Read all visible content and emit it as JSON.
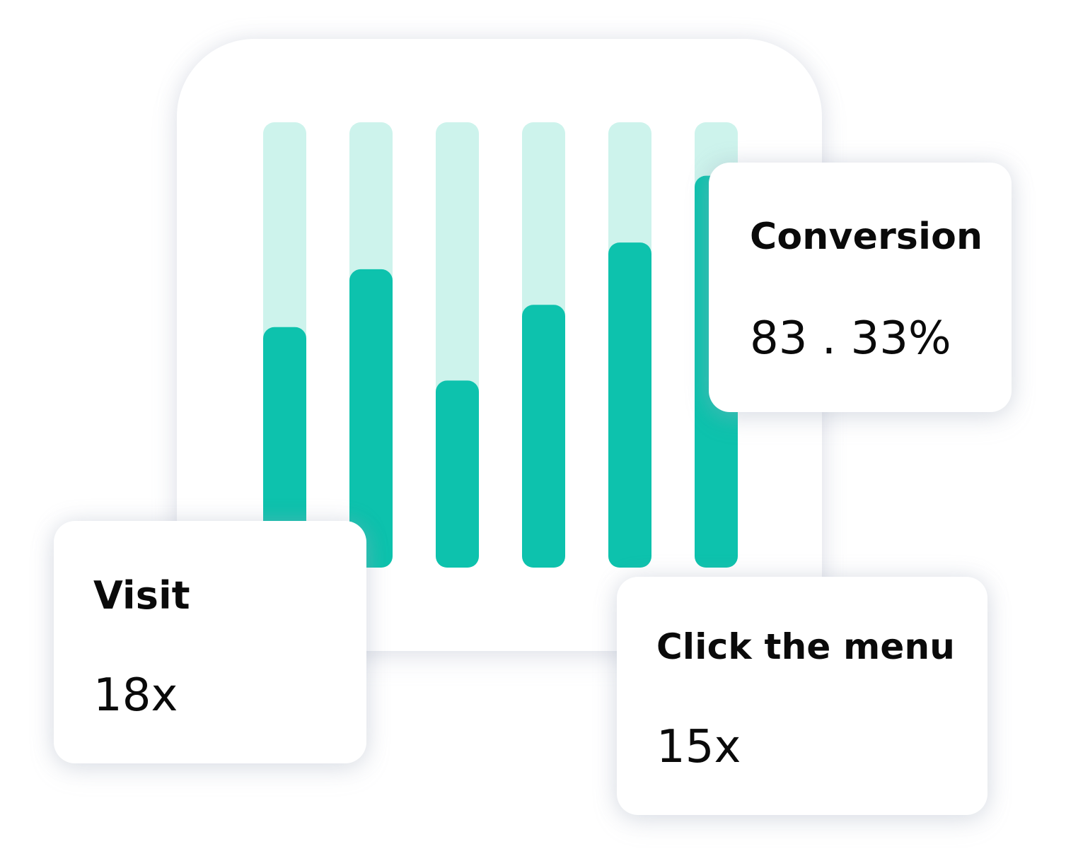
{
  "colors": {
    "bar_fill": "#0dc2ad",
    "bar_track": "#cdf3ec",
    "card_background": "#ffffff",
    "text": "#0a0a0a"
  },
  "chart_data": {
    "type": "bar",
    "categories": [
      "",
      "",
      "",
      "",
      "",
      ""
    ],
    "values": [
      54,
      67,
      42,
      59,
      73,
      88
    ],
    "ylim": [
      0,
      100
    ],
    "title": "",
    "xlabel": "",
    "ylabel": "",
    "grid": false,
    "legend": "none"
  },
  "cards": {
    "conversion": {
      "label": "Conversion",
      "value": "83 . 33%"
    },
    "visit": {
      "label": "Visit",
      "value": "18x"
    },
    "click_menu": {
      "label": "Click the menu",
      "value": "15x"
    }
  }
}
